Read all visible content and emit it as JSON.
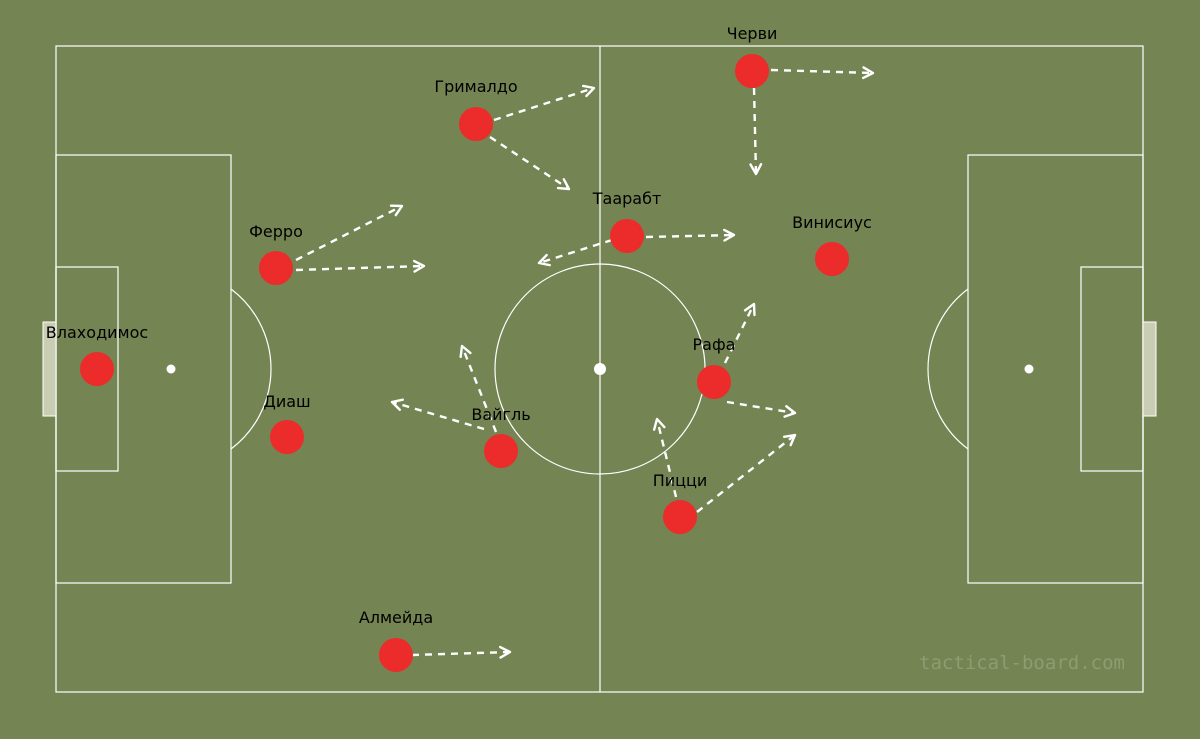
{
  "board": {
    "watermark": "tactical-board.com",
    "colors": {
      "grass": "#748453",
      "lines": "#ffffff",
      "player": "#ec2b2b",
      "arrow": "#ffffff",
      "label": "#000000"
    }
  },
  "players": [
    {
      "id": "vlachodimos",
      "name": "Влаходимос"
    },
    {
      "id": "ferro",
      "name": "Ферро"
    },
    {
      "id": "dias",
      "name": "Диаш"
    },
    {
      "id": "grimaldo",
      "name": "Грималдо"
    },
    {
      "id": "almeida",
      "name": "Алмейда"
    },
    {
      "id": "weigl",
      "name": "Вайгль"
    },
    {
      "id": "taarabt",
      "name": "Таарабт"
    },
    {
      "id": "cervi",
      "name": "Черви"
    },
    {
      "id": "vinicius",
      "name": "Винисиус"
    },
    {
      "id": "rafa",
      "name": "Рафа"
    },
    {
      "id": "pizzi",
      "name": "Пицци"
    }
  ]
}
